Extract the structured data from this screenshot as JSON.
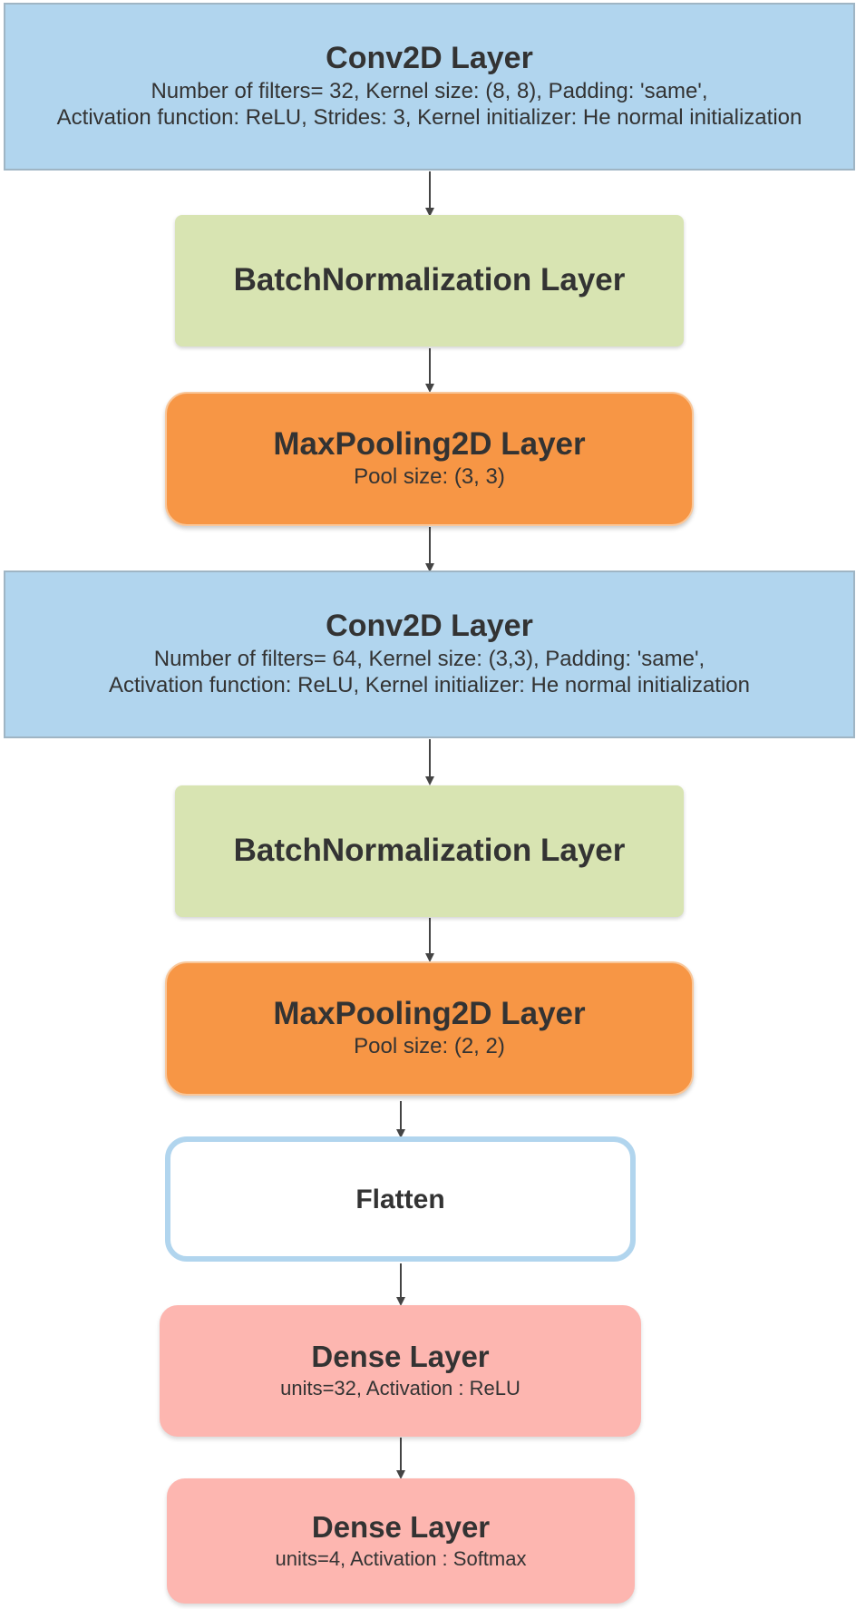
{
  "layers": [
    {
      "title": "Conv2D Layer",
      "desc_line1": "Number of filters= 32, Kernel size: (8, 8), Padding: 'same',",
      "desc_line2": "Activation function: ReLU, Strides: 3, Kernel initializer: He normal initialization"
    },
    {
      "title": "BatchNormalization Layer"
    },
    {
      "title": "MaxPooling2D Layer",
      "desc": "Pool size: (3, 3)"
    },
    {
      "title": "Conv2D Layer",
      "desc_line1": "Number of filters= 64, Kernel size: (3,3), Padding: 'same',",
      "desc_line2": "Activation function: ReLU,  Kernel initializer: He normal initialization"
    },
    {
      "title": "BatchNormalization Layer"
    },
    {
      "title": "MaxPooling2D Layer",
      "desc": "Pool size: (2, 2)"
    },
    {
      "title": "Flatten"
    },
    {
      "title": "Dense Layer",
      "desc": "units=32, Activation : ReLU"
    },
    {
      "title": "Dense Layer",
      "desc": "units=4, Activation : Softmax"
    }
  ],
  "colors": {
    "conv": "#b1d5ee",
    "batchnorm": "#d8e4b2",
    "maxpool": "#f79645",
    "flatten_border": "#b1d5ee",
    "dense": "#fdb6b0",
    "arrow": "#444444"
  }
}
